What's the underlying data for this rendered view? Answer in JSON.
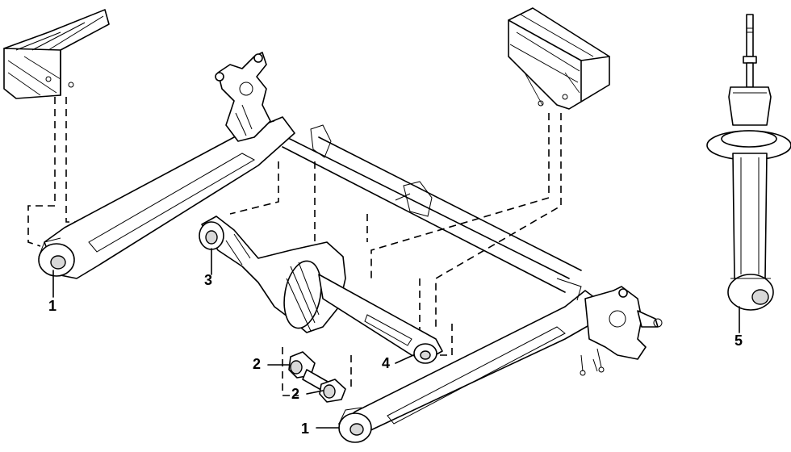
{
  "labels": {
    "l1a": "1",
    "l1b": "1",
    "l2a": "2",
    "l2b": "2",
    "l3": "3",
    "l4": "4",
    "l5": "5"
  }
}
